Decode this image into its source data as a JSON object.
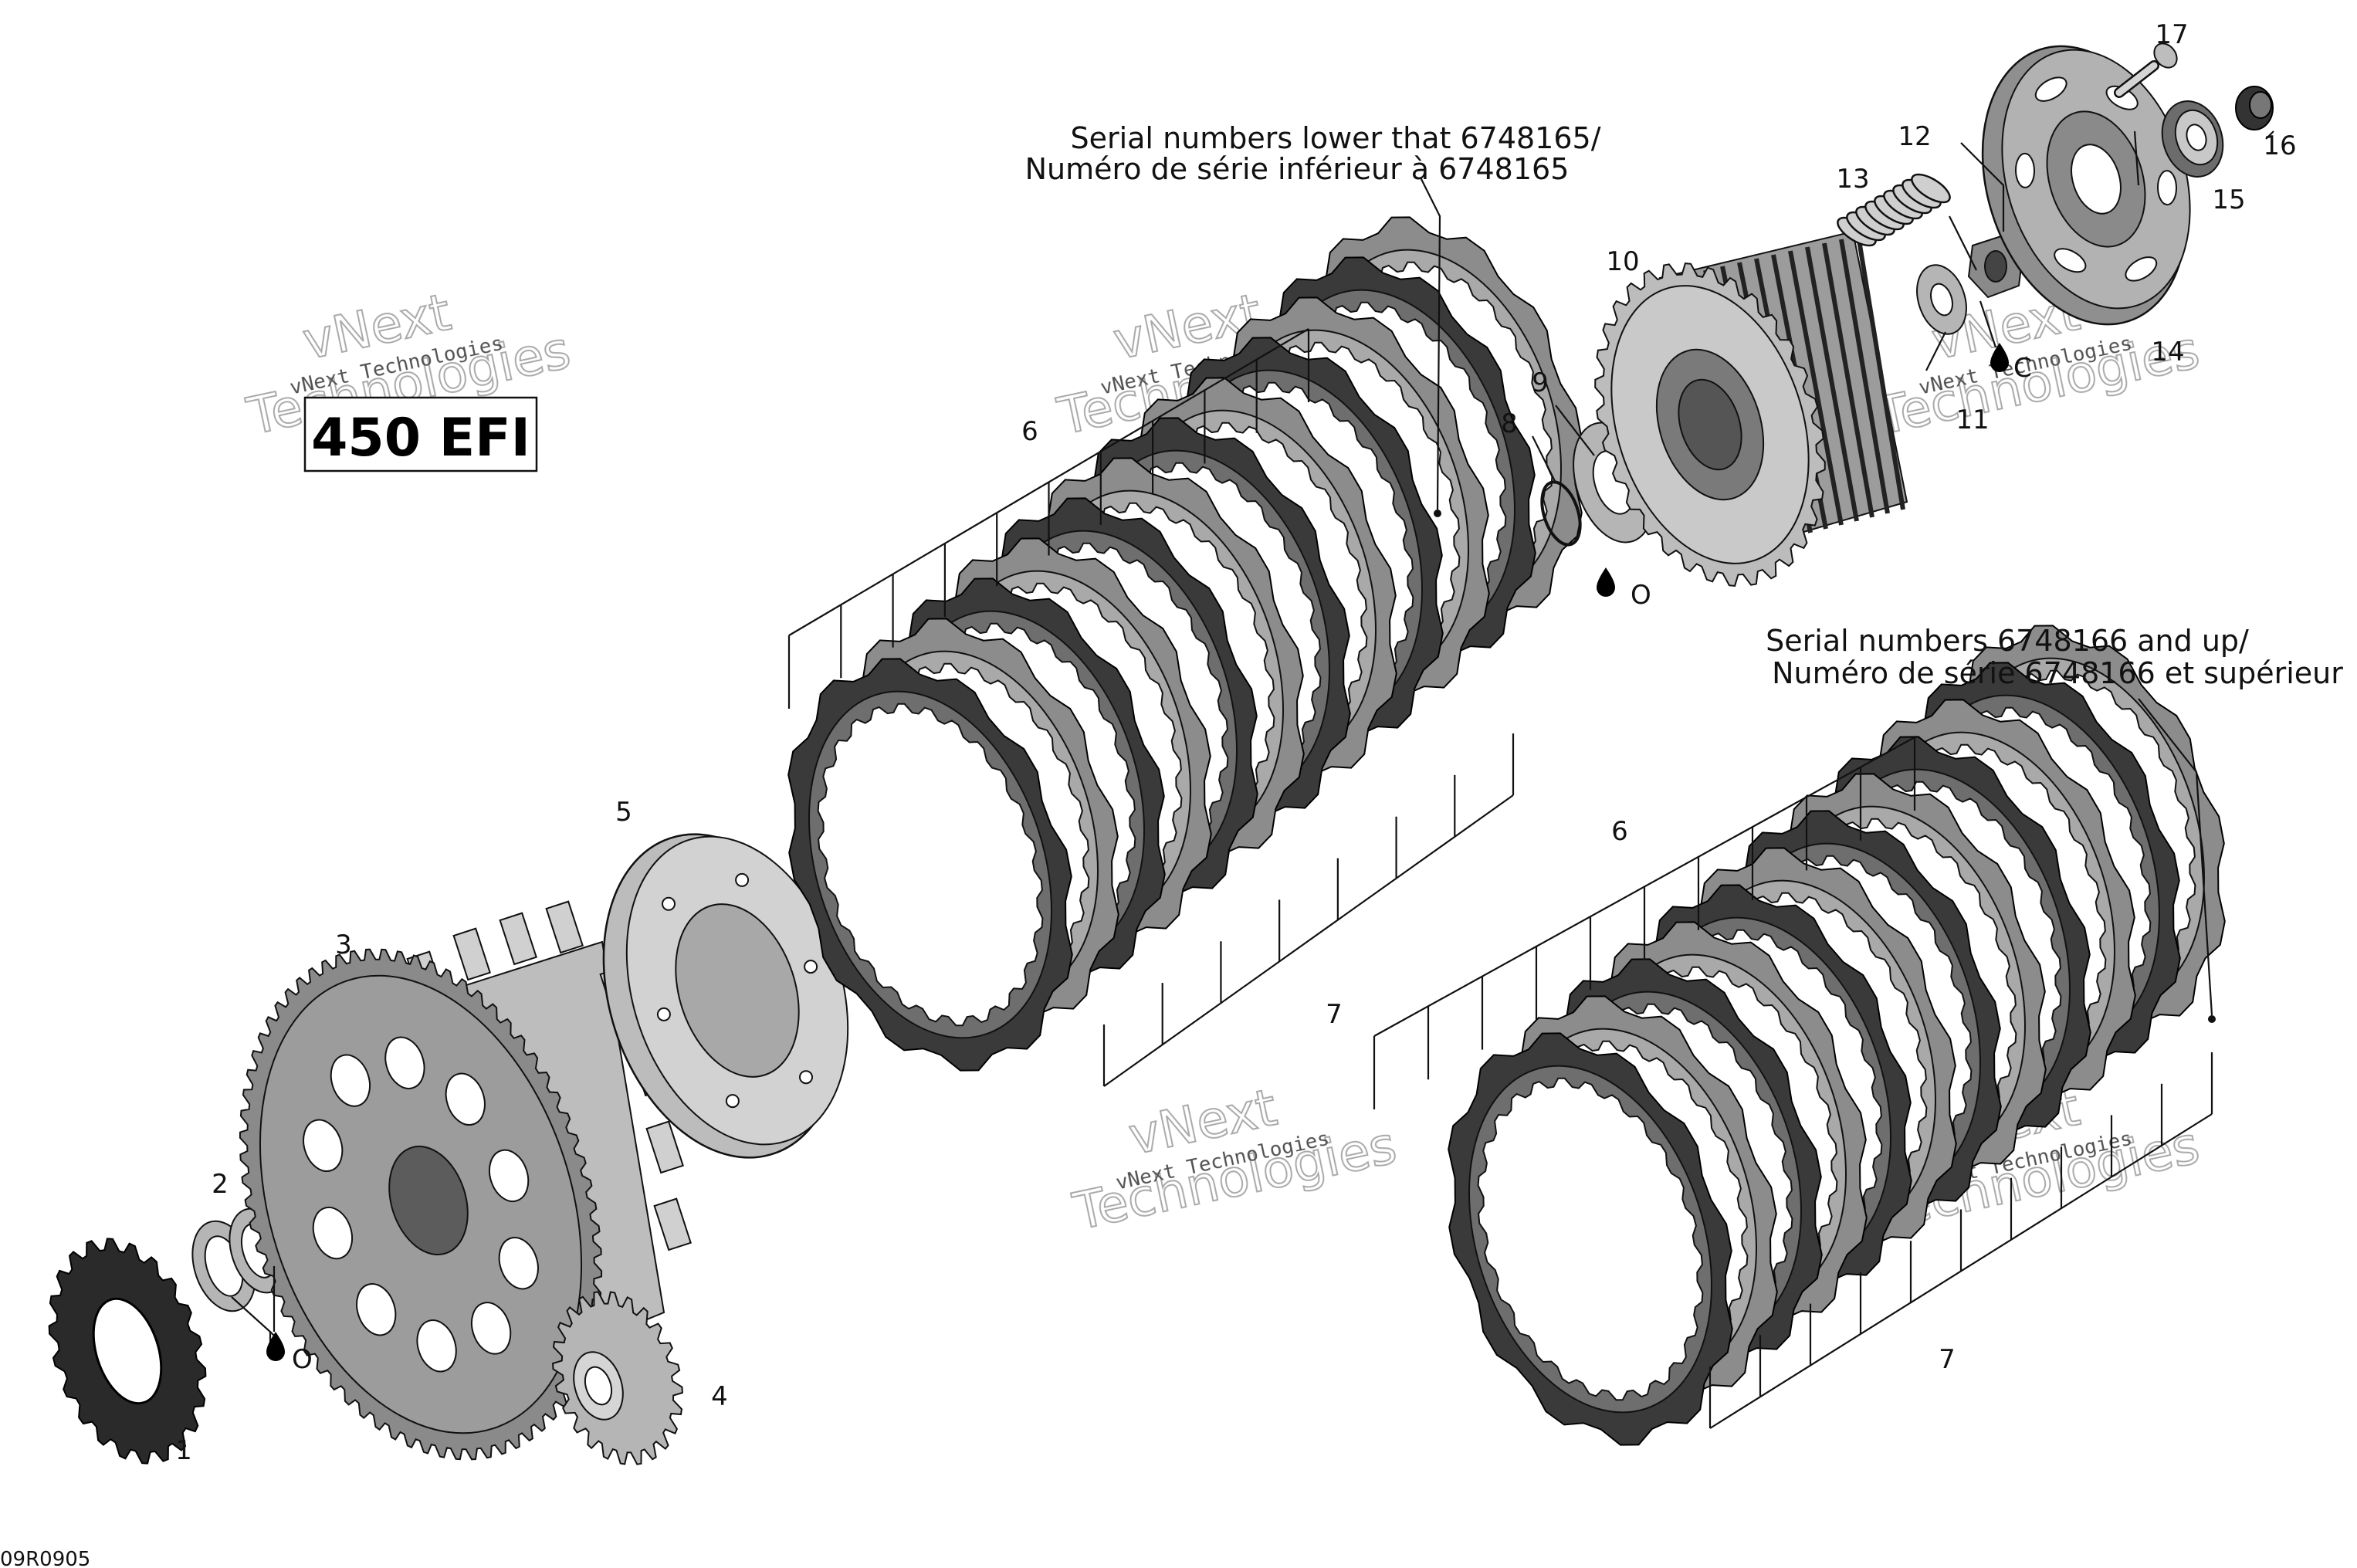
{
  "badge": "450 EFI",
  "notes": {
    "upper_line1": "Serial numbers lower that 6748165/",
    "upper_line2": "Numéro de série inférieur à 6748165",
    "lower_line1": "Serial numbers 6748166 and up/",
    "lower_line2": "Numéro de série 6748166 et supérieur"
  },
  "callouts": {
    "c1": "1",
    "c2": "2",
    "c3": "3",
    "c4": "4",
    "c5": "5",
    "c6a": "6",
    "c7a": "7",
    "c6b": "6",
    "c7b": "7",
    "c8": "8",
    "c9": "9",
    "c10": "10",
    "c11": "11",
    "c12": "12",
    "c13": "13",
    "c14": "14",
    "c15": "15",
    "c16": "16",
    "c17": "17"
  },
  "lubricants": {
    "oil_a": "O",
    "oil_b": "O",
    "grease_c": "C"
  },
  "watermark": {
    "line_small": "vNext Technologies",
    "line_big1": "vNext",
    "line_big2": "Technologies"
  },
  "drawing_code": "09R0905",
  "icons": [
    "oil-drop-icon",
    "grease-drop-icon"
  ]
}
